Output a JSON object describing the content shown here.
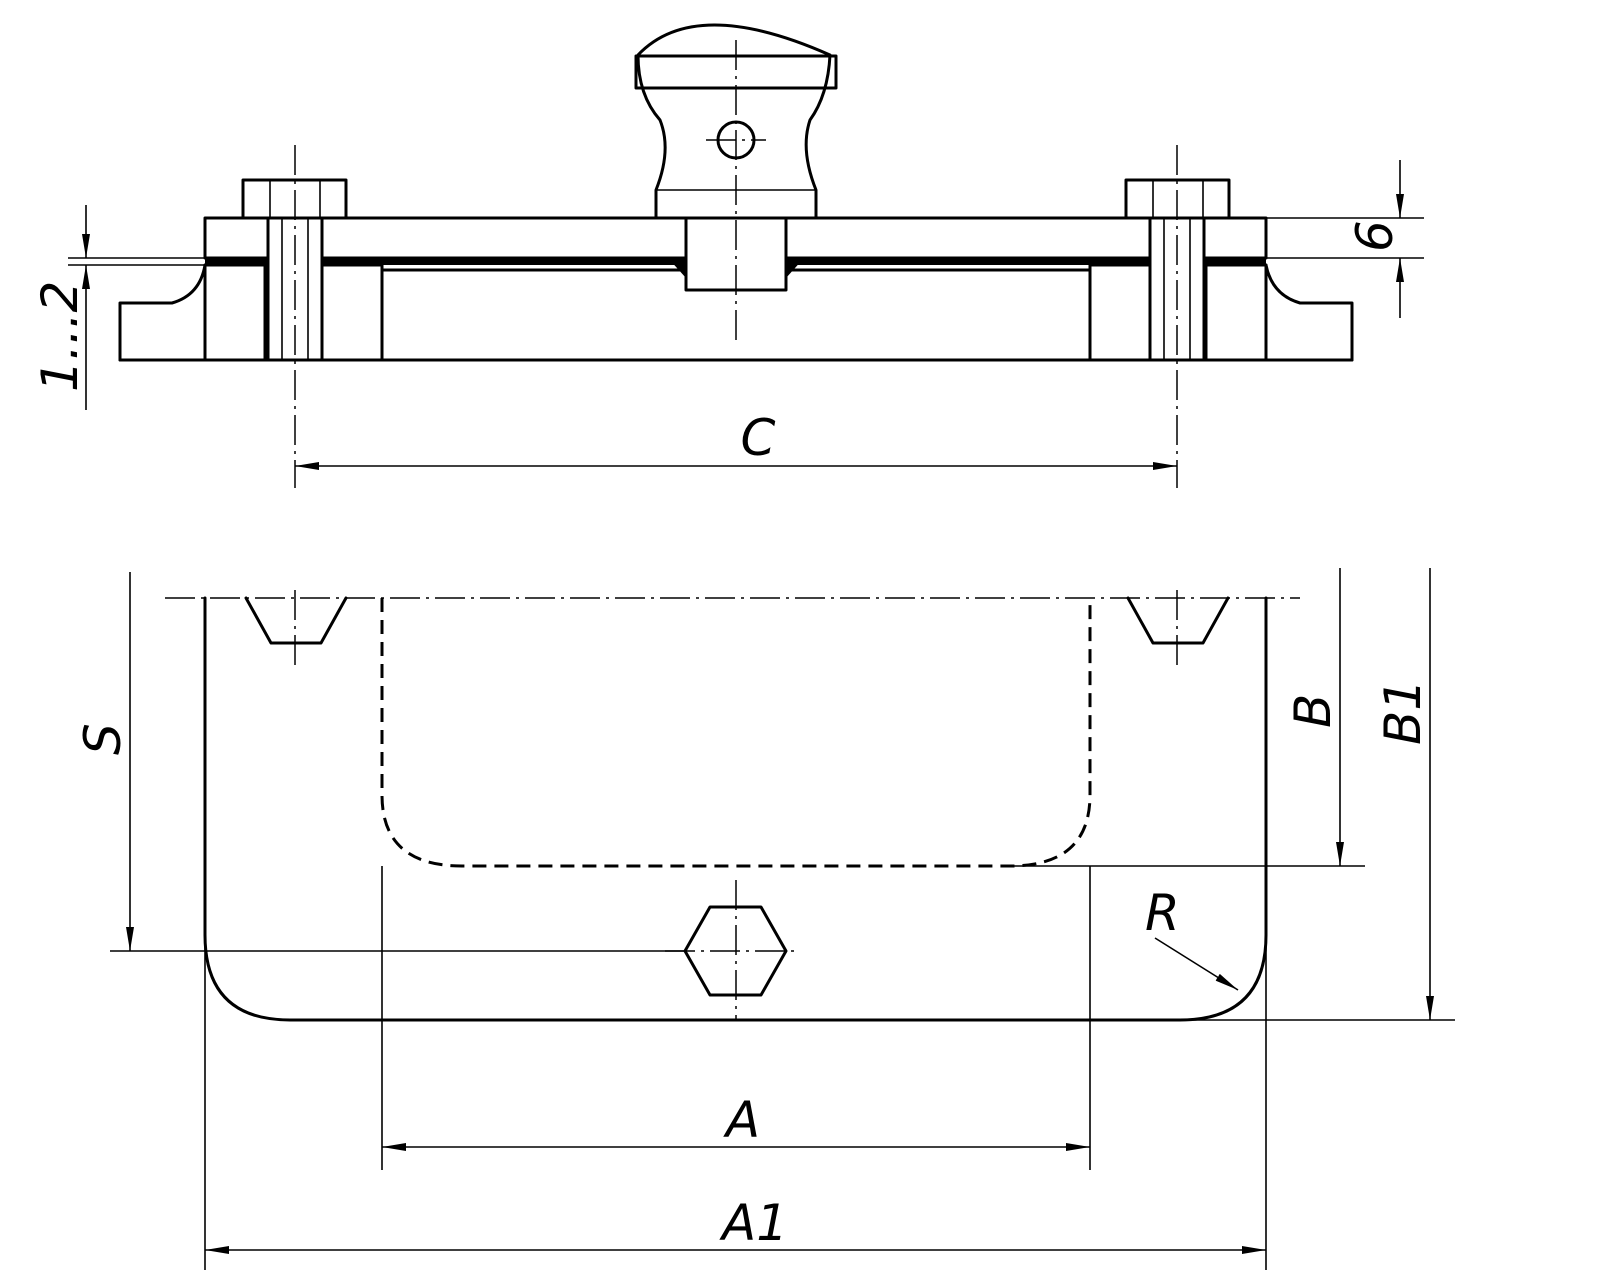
{
  "diagram": {
    "labels": {
      "gasket_gap": "1...2",
      "cover_thickness": "6",
      "bolt_spacing": "C",
      "depth": "S",
      "inner_width": "B",
      "outer_width": "B1",
      "inner_length": "A",
      "outer_length": "A1",
      "corner_radius": "R"
    },
    "colors": {
      "line": "#000000",
      "background": "#ffffff"
    }
  }
}
